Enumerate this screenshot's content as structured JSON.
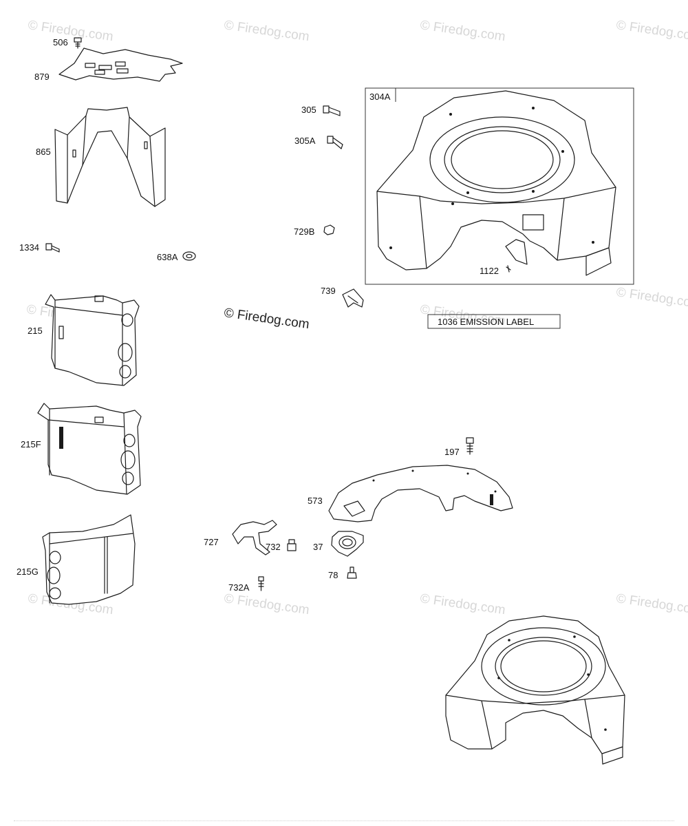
{
  "watermark": {
    "text": "© Firedog.com",
    "color": "#d7d7d7"
  },
  "callouts": {
    "p506": "506",
    "p879": "879",
    "p865": "865",
    "p1334": "1334",
    "p638A": "638A",
    "p215": "215",
    "p215F": "215F",
    "p215G": "215G",
    "p305": "305",
    "p305A": "305A",
    "p729B": "729B",
    "p304A": "304A",
    "p1122": "1122",
    "p739": "739",
    "p197": "197",
    "p573": "573",
    "p727": "727",
    "p732": "732",
    "p37": "37",
    "p78": "78",
    "p732A": "732A"
  },
  "emission_label": "1036 EMISSION LABEL",
  "icons": {
    "bolt": "bolt-icon",
    "nut": "nut-icon",
    "washer": "washer-icon",
    "clip": "clip-icon"
  }
}
